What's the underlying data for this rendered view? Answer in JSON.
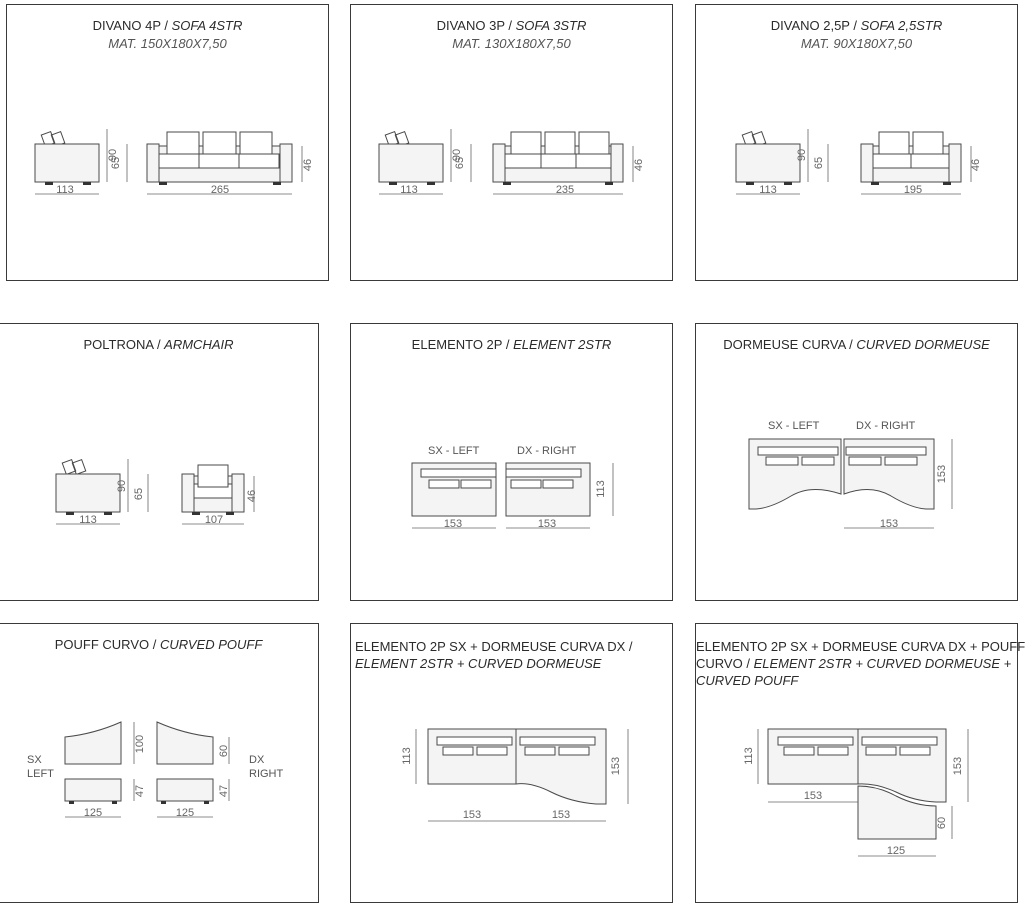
{
  "panels": {
    "sofa4": {
      "title": "DIVANO 4P",
      "title_en": "SOFA 4STR",
      "sub": "MAT. 150X180X7,50",
      "dims": {
        "side_depth": "113",
        "side_height": "90",
        "side_seat": "65",
        "front_width": "265",
        "front_height": "46"
      }
    },
    "sofa3": {
      "title": "DIVANO 3P",
      "title_en": "SOFA 3STR",
      "sub": "MAT. 130X180X7,50",
      "dims": {
        "side_depth": "113",
        "side_height": "90",
        "side_seat": "65",
        "front_width": "235",
        "front_height": "46"
      }
    },
    "sofa25": {
      "title": "DIVANO 2,5P",
      "title_en": "SOFA 2,5STR",
      "sub": "MAT. 90X180X7,50",
      "dims": {
        "side_depth": "113",
        "side_height": "90",
        "side_seat": "65",
        "front_width": "195",
        "front_height": "46"
      }
    },
    "armchair": {
      "title": "POLTRONA",
      "title_en": "ARMCHAIR",
      "dims": {
        "side_depth": "113",
        "side_height": "90",
        "side_seat": "65",
        "front_width": "107",
        "front_height": "46"
      }
    },
    "element2": {
      "title": "ELEMENTO 2P",
      "title_en": "ELEMENT 2STR",
      "left_label": "SX - LEFT",
      "right_label": "DX - RIGHT",
      "dims": {
        "w_left": "153",
        "w_right": "153",
        "depth": "113"
      }
    },
    "dormeuse": {
      "title": "DORMEUSE CURVA",
      "title_en": "CURVED DORMEUSE",
      "left_label": "SX - LEFT",
      "right_label": "DX - RIGHT",
      "dims": {
        "width": "153",
        "depth": "153"
      }
    },
    "pouff": {
      "title": "POUFF CURVO",
      "title_en": "CURVED POUFF",
      "sx": "SX",
      "left": "LEFT",
      "dx": "DX",
      "right": "RIGHT",
      "dims": {
        "h1": "100",
        "h2": "60",
        "h3": "47",
        "h4": "47",
        "w1": "125",
        "w2": "125"
      }
    },
    "combo1": {
      "line1": "ELEMENTO 2P SX + DORMEUSE CURVA DX  /",
      "line2": "ELEMENT 2STR + CURVED DORMEUSE",
      "dims": {
        "depth": "113",
        "depth2": "153",
        "w1": "153",
        "w2": "153"
      }
    },
    "combo2": {
      "line1": "ELEMENTO 2P SX + DORMEUSE CURVA DX + POUFF",
      "line2a": "CURVO  / ",
      "line2b": "ELEMENT 2STR + CURVED DORMEUSE +",
      "line3": "CURVED POUFF",
      "dims": {
        "depth": "113",
        "depth2": "153",
        "w1": "153",
        "w2": "125",
        "h": "60"
      }
    }
  }
}
